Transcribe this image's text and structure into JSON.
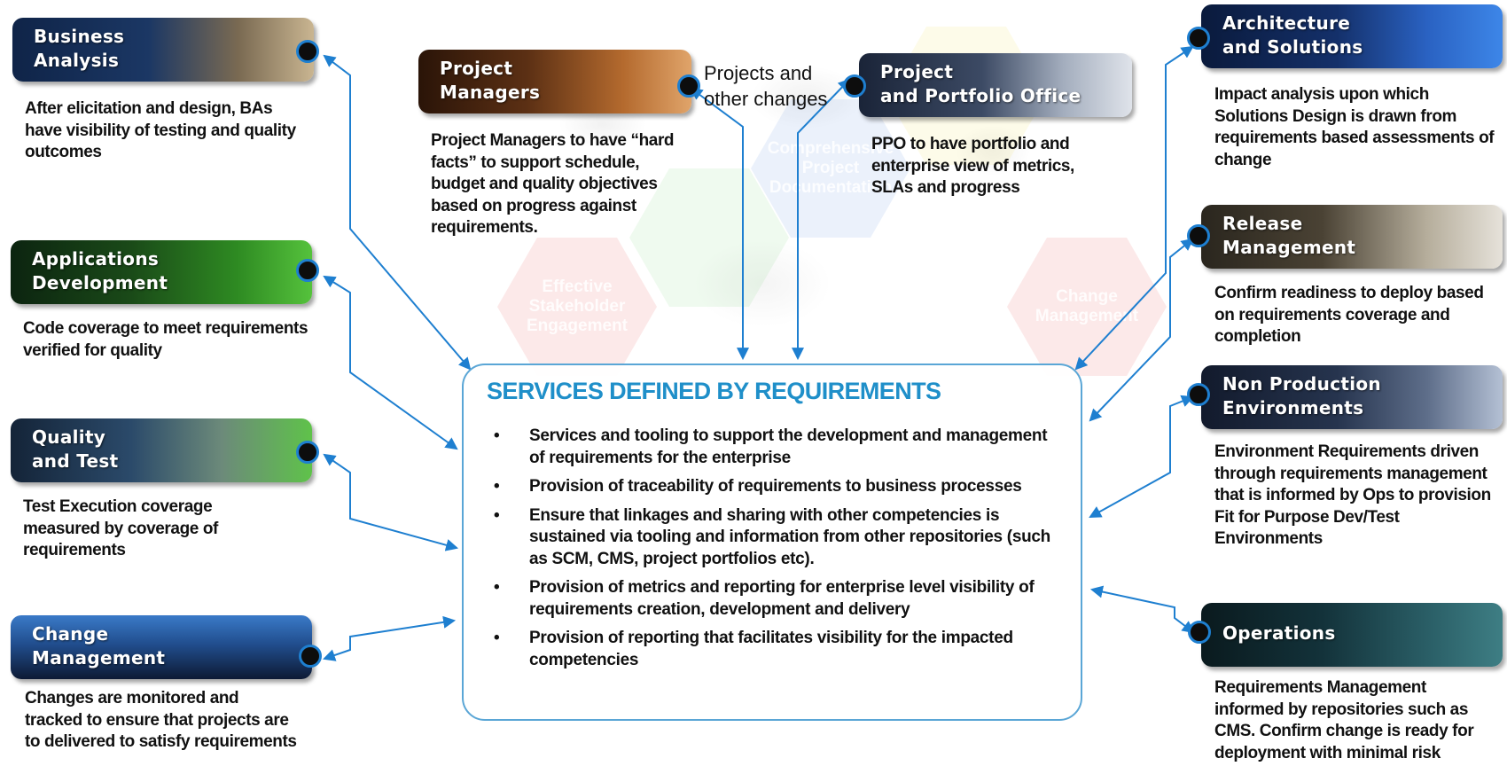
{
  "central": {
    "title": "SERVICES DEFINED BY REQUIREMENTS",
    "items": [
      "Services and tooling to support  the development and management of requirements for the enterprise",
      "Provision of traceability of requirements to business processes",
      "Ensure that linkages and sharing with other competencies is sustained via tooling and information from other repositories (such as SCM, CMS, project portfolios etc).",
      "Provision of metrics and reporting  for enterprise  level visibility of requirements creation, development and delivery",
      "Provision of reporting that facilitates visibility for the impacted competencies"
    ]
  },
  "flow_label": "Projects and\nother changes",
  "background_hexagons": [
    "Effective Stakeholder Engagement",
    "Comprehensive Project Documentation",
    "Change Management"
  ],
  "roles": {
    "business_analysis": {
      "title": "Business\nAnalysis",
      "description": "After elicitation and  design, BAs have visibility of testing and quality outcomes"
    },
    "applications_development": {
      "title": "Applications\nDevelopment",
      "description": "Code coverage to meet requirements verified for quality"
    },
    "quality_and_test": {
      "title": "Quality\nand Test",
      "description": "Test Execution coverage measured by coverage  of requirements"
    },
    "change_management": {
      "title": "Change\nManagement",
      "description": "Changes are monitored and tracked to ensure  that projects are to delivered to satisfy requirements"
    },
    "project_managers": {
      "title": "Project\nManagers",
      "description": "Project Managers to have “hard facts” to support schedule, budget and quality objectives based on progress against requirements."
    },
    "project_portfolio_office": {
      "title": "Project\nand Portfolio Office",
      "description": "PPO to have portfolio and enterprise view of metrics, SLAs and progress"
    },
    "architecture_and_solutions": {
      "title": "Architecture\nand Solutions",
      "description": "Impact analysis upon which Solutions Design is drawn from requirements based assessments of change"
    },
    "release_management": {
      "title": "Release\nManagement",
      "description": "Confirm readiness to deploy based on requirements coverage and completion"
    },
    "non_production_environments": {
      "title": "Non Production\nEnvironments",
      "description": "Environment Requirements driven through  requirements management that is informed by Ops  to provision Fit for Purpose Dev/Test Environments"
    },
    "operations": {
      "title": "Operations",
      "description": "Requirements Management informed by repositories such as CMS. Confirm change is ready for deployment with minimal risk"
    }
  },
  "colors": {
    "arrow": "#1e7fd0",
    "central_title": "#1f8fc9",
    "central_border": "#5aa6d6",
    "connector_fill": "#0d0d0d"
  }
}
